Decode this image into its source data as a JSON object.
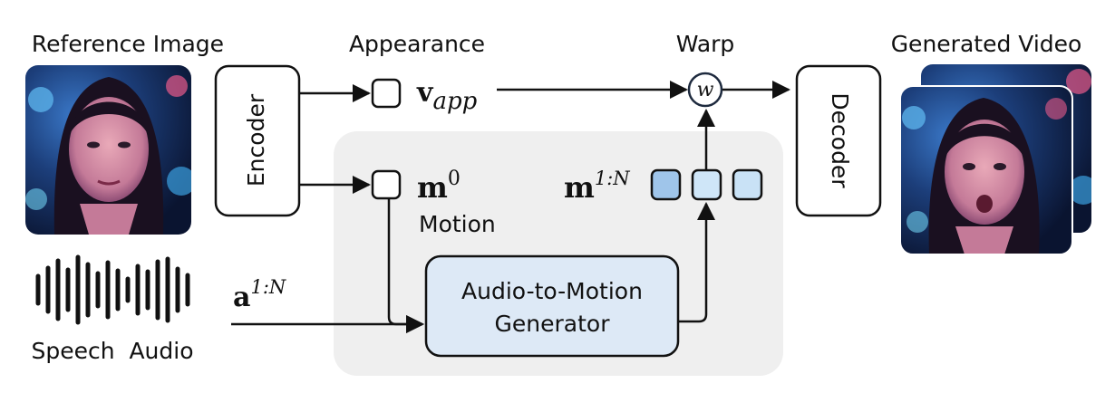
{
  "labels": {
    "reference_image": "Reference Image",
    "appearance": "Appearance",
    "warp": "Warp",
    "generated_video": "Generated Video",
    "encoder": "Encoder",
    "decoder": "Decoder",
    "motion": "Motion",
    "speech_audio": "Speech  Audio",
    "generator_line1": "Audio-to-Motion",
    "generator_line2": "Generator",
    "warp_symbol": "w"
  },
  "math": {
    "v_base": "v",
    "v_sub": "app",
    "m_base": "m",
    "m_sup": "0",
    "mseq_base": "m",
    "mseq_sup": "1:N",
    "a_base": "a",
    "a_sup": "1:N"
  },
  "colors": {
    "panel_bg": "#efefef",
    "generator_fill": "#dde9f6",
    "token_dark": "#9fc5ea",
    "token_light": "#c9e2f6",
    "token_mid": "#cfe6f8",
    "stroke": "#111111"
  }
}
